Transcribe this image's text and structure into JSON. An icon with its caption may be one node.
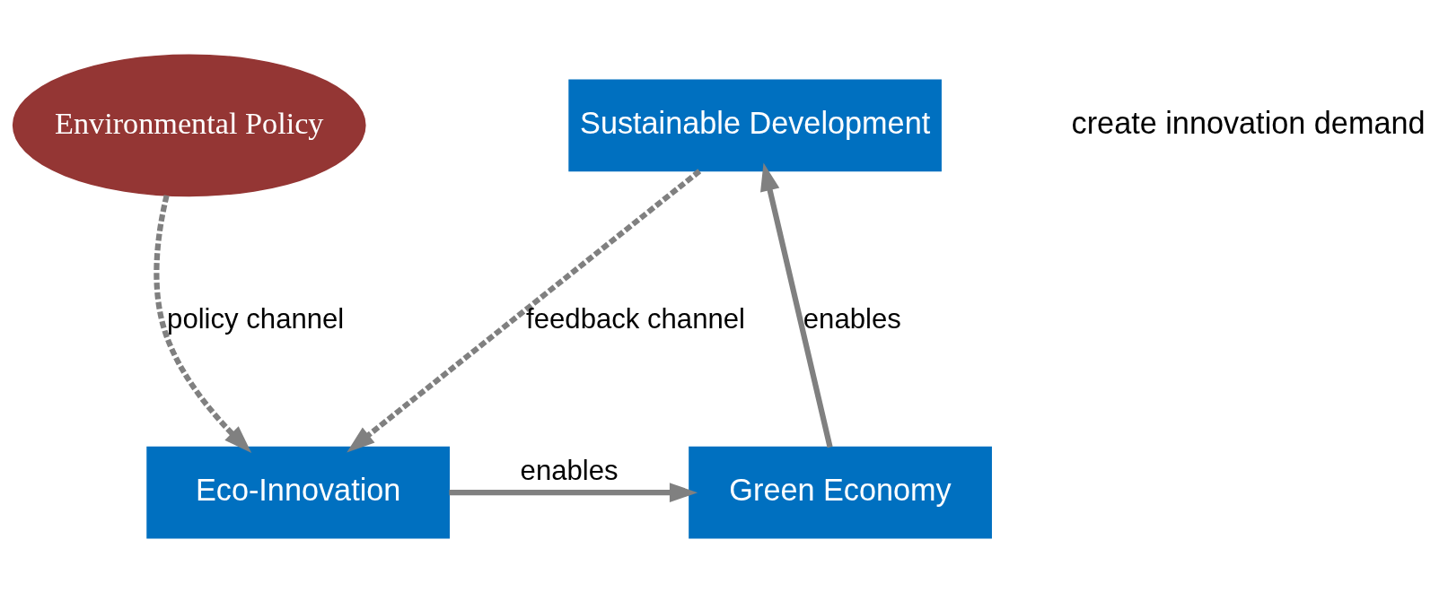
{
  "diagram": {
    "nodes": [
      {
        "text": [
          "Sustainable Development"
        ]
      },
      {
        "text": [
          "Environmental Policy"
        ]
      },
      {
        "text": [
          "Green Economy"
        ]
      },
      {
        "text": [
          "Eco-Innovation"
        ]
      }
    ],
    "edges": [
      {
        "from": 2,
        "to": 0,
        "arrow": "to",
        "label": "enables"
      },
      {
        "from": 0,
        "to": 3,
        "arrow": "to",
        "label": "feedback channel",
        "style": "dashed"
      },
      {
        "from": 3,
        "to": 2,
        "arrow": "to",
        "label": "enables"
      },
      {
        "from": 1,
        "to": 3,
        "arrow": "to",
        "label": "policy channel",
        "style": "dashed"
      }
    ],
    "labels": [
      "create innovation demand"
    ]
  }
}
